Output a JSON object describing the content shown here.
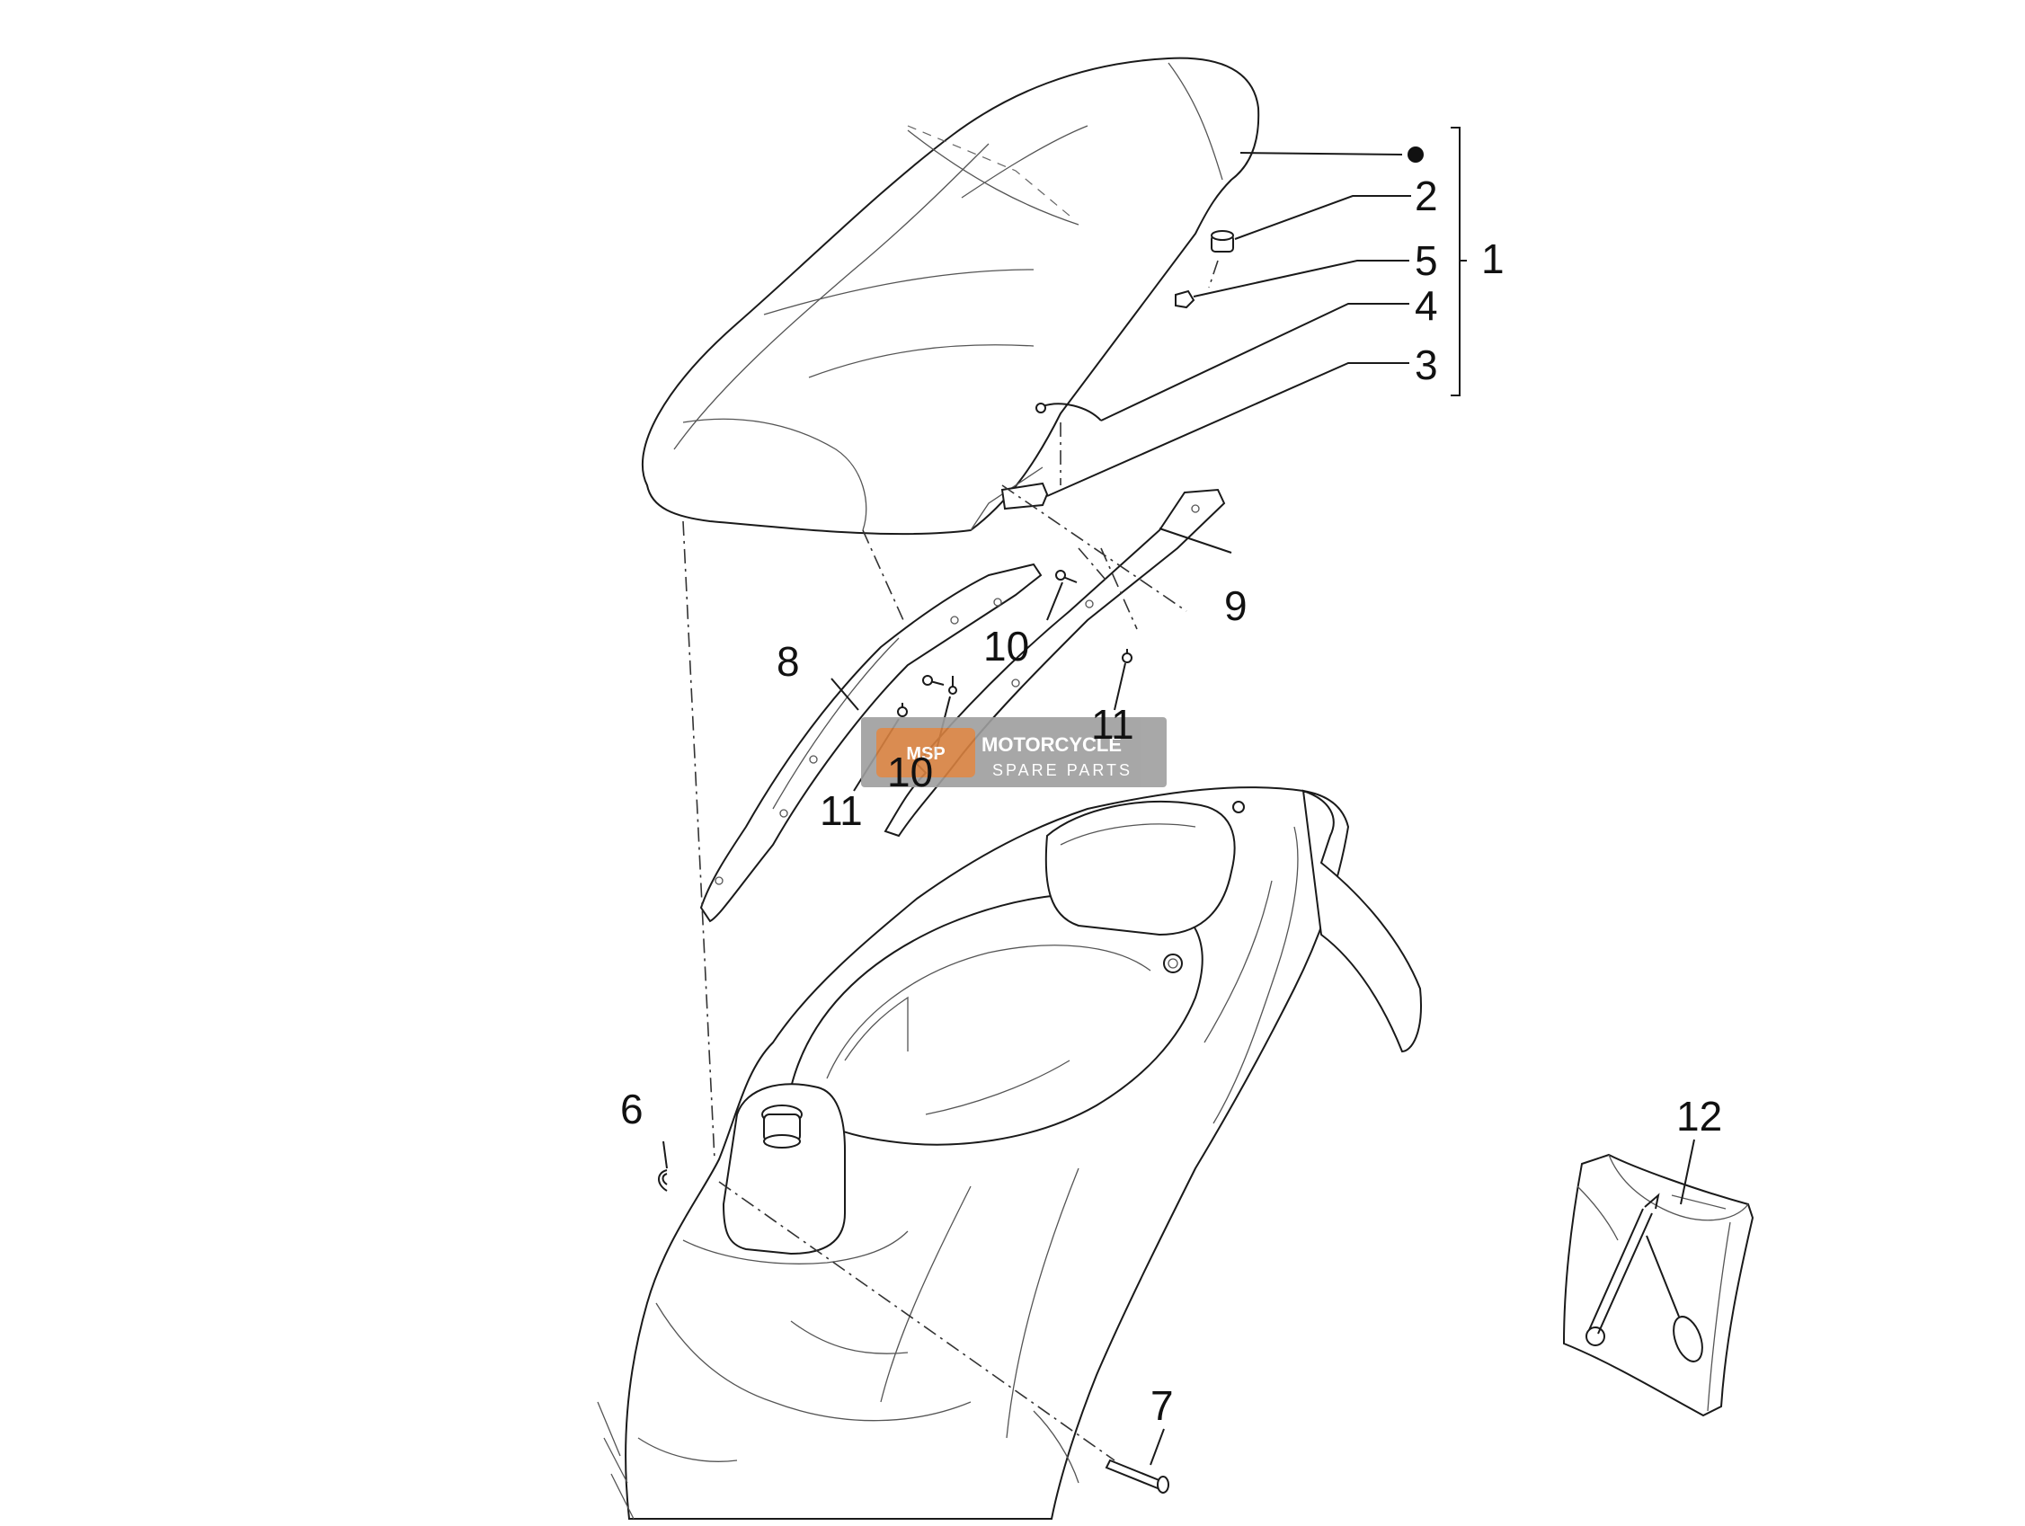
{
  "labels": {
    "l1": "1",
    "l2": "2",
    "l3": "3",
    "l4": "4",
    "l5": "5",
    "l6": "6",
    "l7": "7",
    "l8": "8",
    "l9": "9",
    "l10a": "10",
    "l10b": "10",
    "l11a": "11",
    "l11b": "11",
    "l12": "12"
  },
  "watermark": {
    "logo": "MSP",
    "title": "MOTORCYCLE",
    "subtitle": "SPARE PARTS"
  },
  "colors": {
    "line": "#1a1a1a",
    "background": "#ffffff",
    "watermark_bg": "#9e9e9e",
    "watermark_logo": "#e07a2e"
  }
}
